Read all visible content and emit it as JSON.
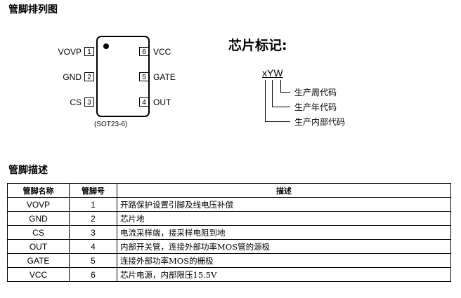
{
  "headings": {
    "pin_arrangement": "管脚排列图",
    "pin_description": "管脚描述"
  },
  "package": {
    "name": "(SOT23-6)",
    "left_pins": [
      {
        "num": "1",
        "label": "VOVP"
      },
      {
        "num": "2",
        "label": "GND"
      },
      {
        "num": "3",
        "label": "CS"
      }
    ],
    "right_pins": [
      {
        "num": "6",
        "label": "VCC"
      },
      {
        "num": "5",
        "label": "GATE"
      },
      {
        "num": "4",
        "label": "OUT"
      }
    ]
  },
  "marking": {
    "title": "芯片标记:",
    "code": "xYW",
    "lines": [
      "生产周代码",
      "生产年代码",
      "生产内部代码"
    ]
  },
  "table": {
    "headers": [
      "管脚名称",
      "管脚号",
      "描述"
    ],
    "rows": [
      [
        "VOVP",
        "1",
        "开路保护设置引脚及线电压补偿"
      ],
      [
        "GND",
        "2",
        "芯片地"
      ],
      [
        "CS",
        "3",
        "电流采样端，接采样电阻到地"
      ],
      [
        "OUT",
        "4",
        "内部开关管，连接外部功率MOS管的源极"
      ],
      [
        "GATE",
        "5",
        "连接外部功率MOS的栅极"
      ],
      [
        "VCC",
        "6",
        "芯片电源，内部限压15.5V"
      ]
    ]
  }
}
